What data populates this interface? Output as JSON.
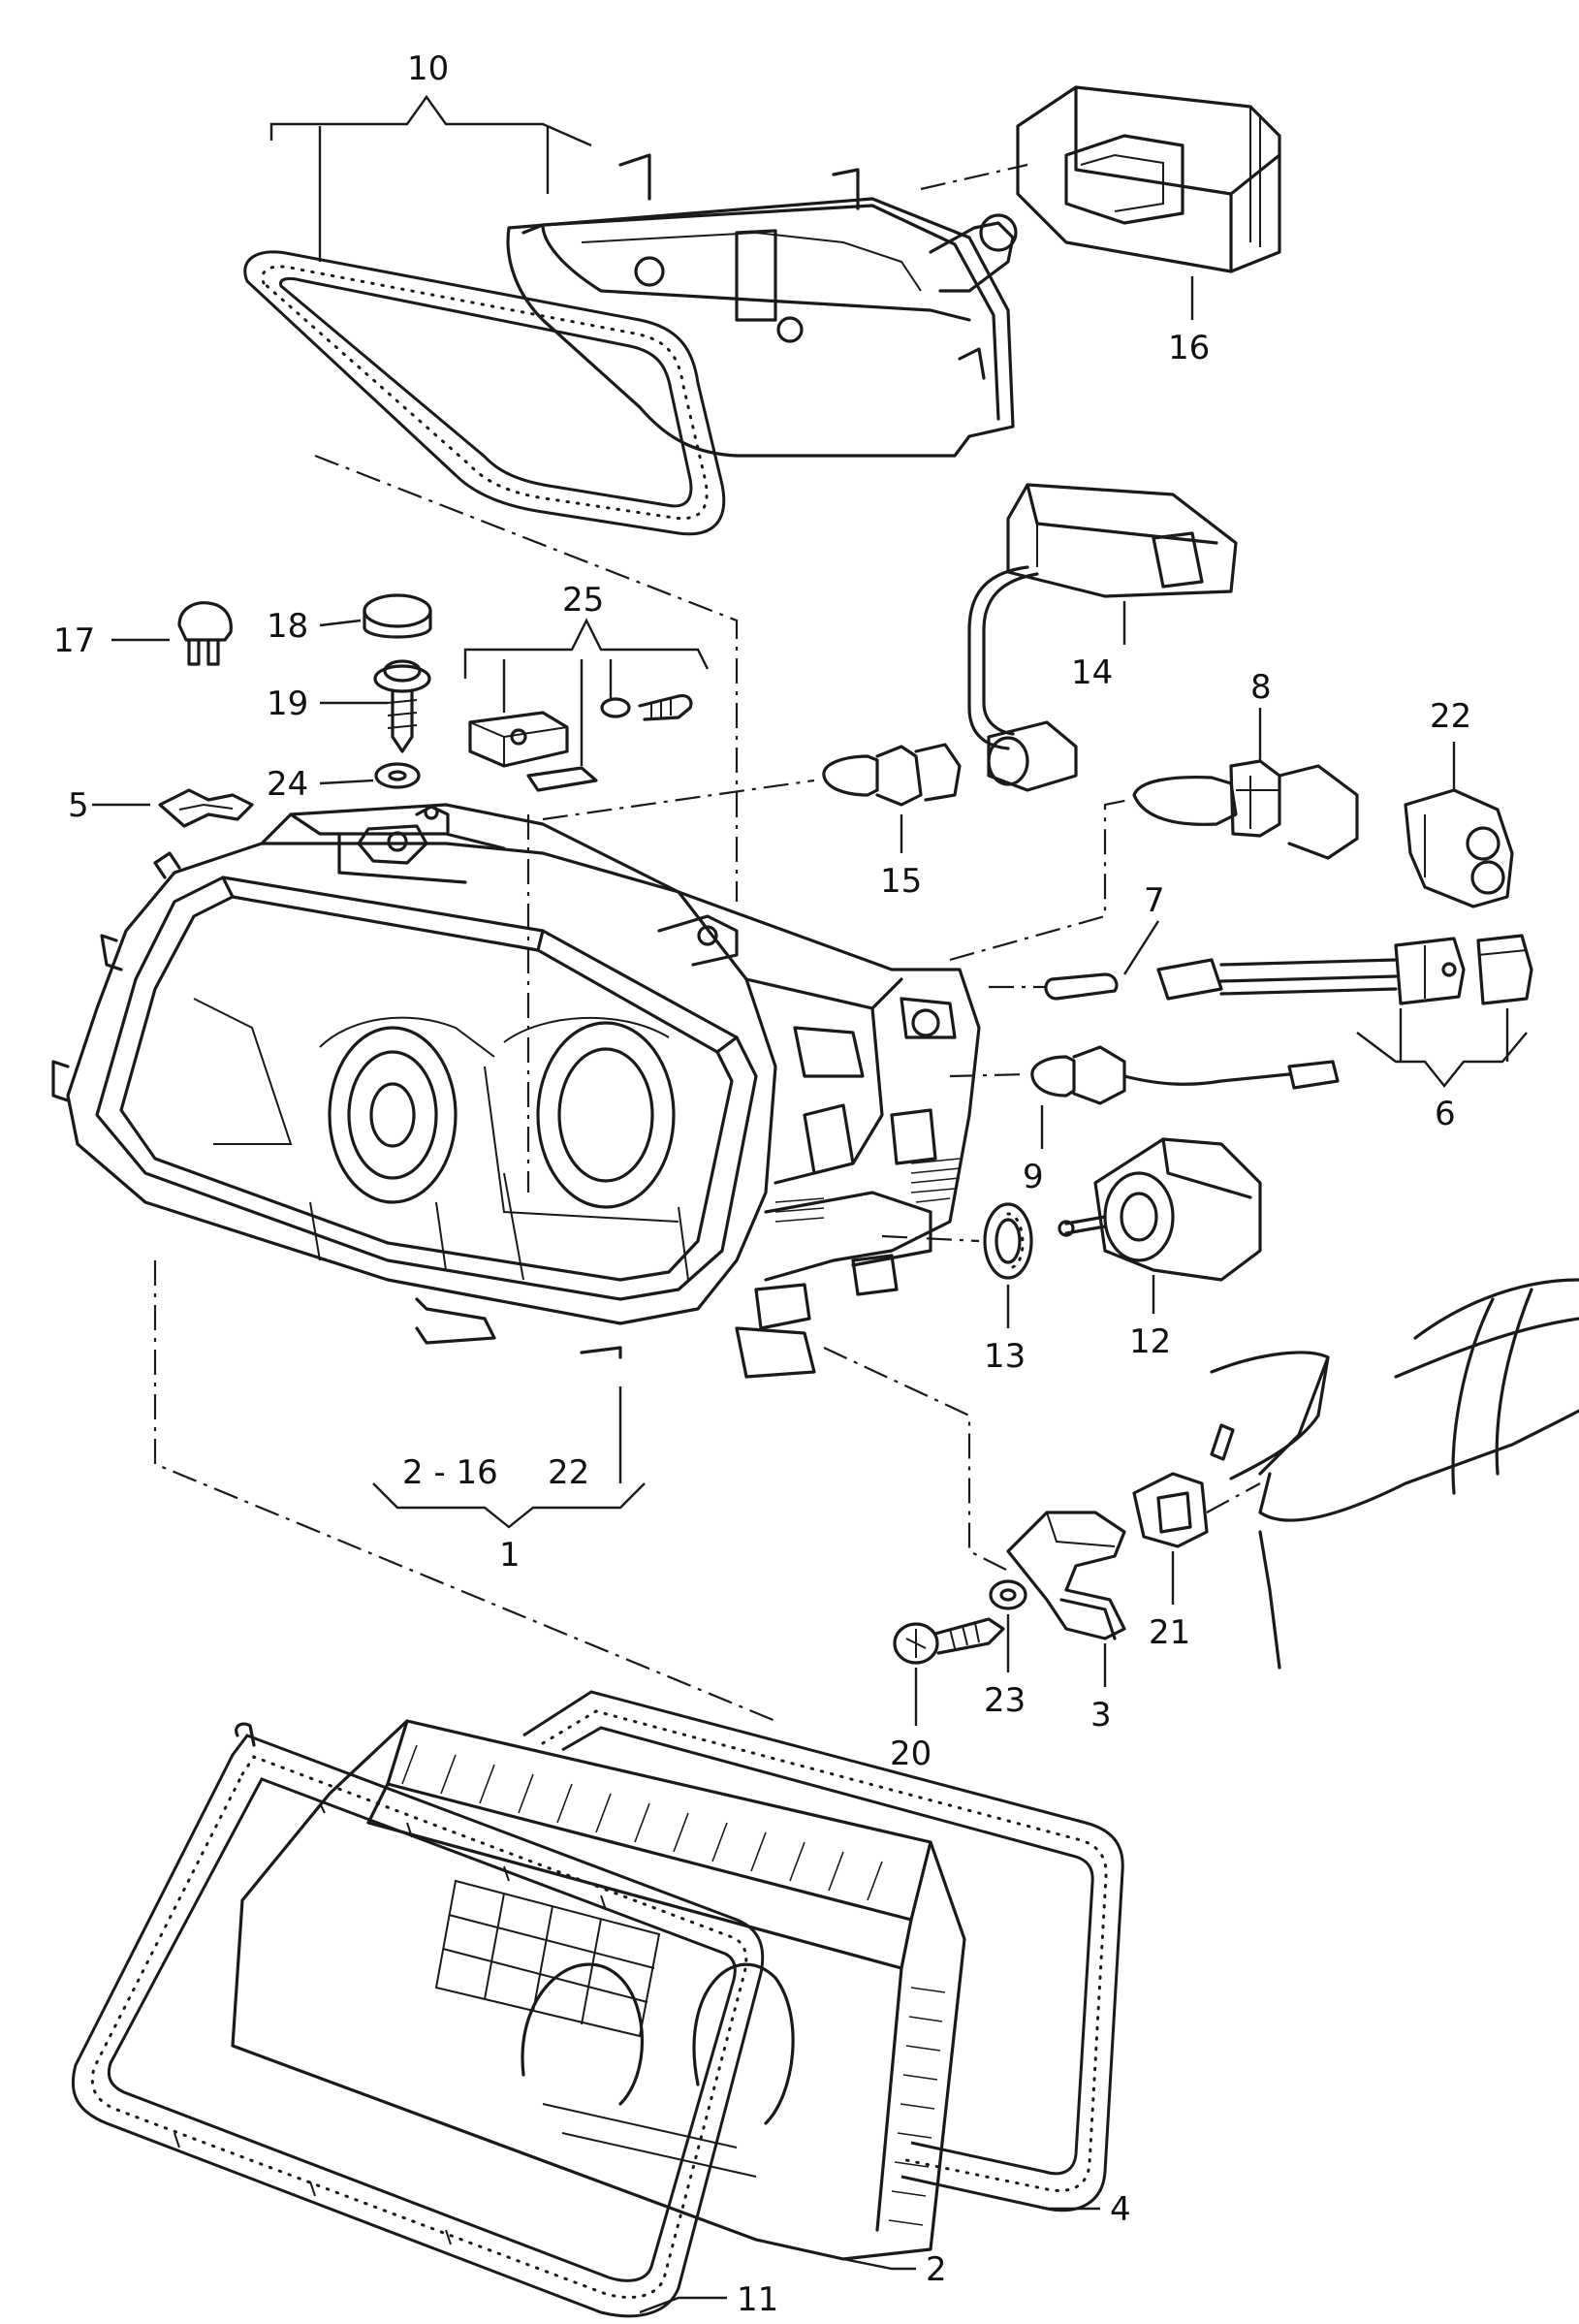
{
  "callouts": {
    "c10": "10",
    "c16": "16",
    "c14": "14",
    "c17": "17",
    "c18": "18",
    "c25": "25",
    "c19": "19",
    "c8": "8",
    "c22a": "22",
    "c5": "5",
    "c24": "24",
    "c15": "15",
    "c7": "7",
    "c6": "6",
    "c9": "9",
    "c13": "13",
    "c12": "12",
    "c2_16": "2 - 16",
    "c22b": "22",
    "c1": "1",
    "c21": "21",
    "c23": "23",
    "c3": "3",
    "c20": "20",
    "c4": "4",
    "c2": "2",
    "c11": "11"
  }
}
